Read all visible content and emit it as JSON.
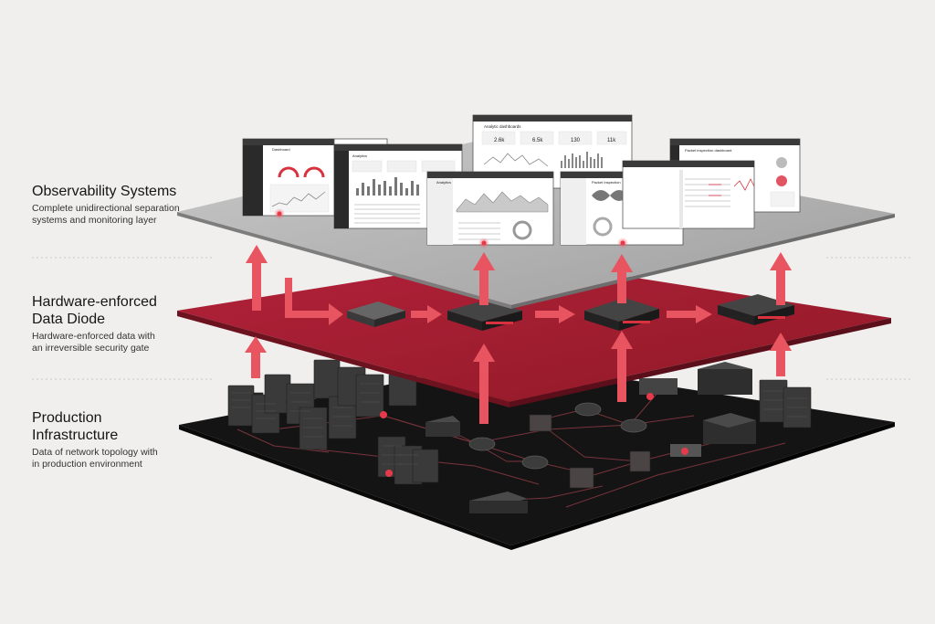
{
  "layers": [
    {
      "id": "observability",
      "title": "Observability Systems",
      "description_lines": [
        "Complete unidirectional separation",
        "systems and monitoring layer"
      ]
    },
    {
      "id": "diode",
      "title_lines": [
        "Hardware-enforced",
        "Data Diode"
      ],
      "description_lines": [
        "Hardware-enforced data with",
        "an irreversible security gate"
      ]
    },
    {
      "id": "production",
      "title_lines": [
        "Production",
        "Infrastructure"
      ],
      "description_lines": [
        "Data of network topology with",
        "in production environment"
      ]
    }
  ],
  "dashboards": {
    "d1": {
      "title": "Dashboard"
    },
    "d2": {
      "title": "Analytics"
    },
    "d3": {
      "title": "Analytic dashboards",
      "stats": [
        "2.6k",
        "6.5k",
        "130",
        "11k"
      ]
    },
    "d4": {
      "title": "Analytics"
    },
    "d5": {
      "title": "Packet Inspection"
    },
    "d6": {
      "title": "Packet inspection dashboard"
    }
  },
  "colors": {
    "background": "#f0efee",
    "top_plane": "#a9a9a9",
    "diode_plane": "#a41e30",
    "base_plane": "#151515",
    "arrow": "#e8545f",
    "accent_dot": "#e53a4a"
  }
}
